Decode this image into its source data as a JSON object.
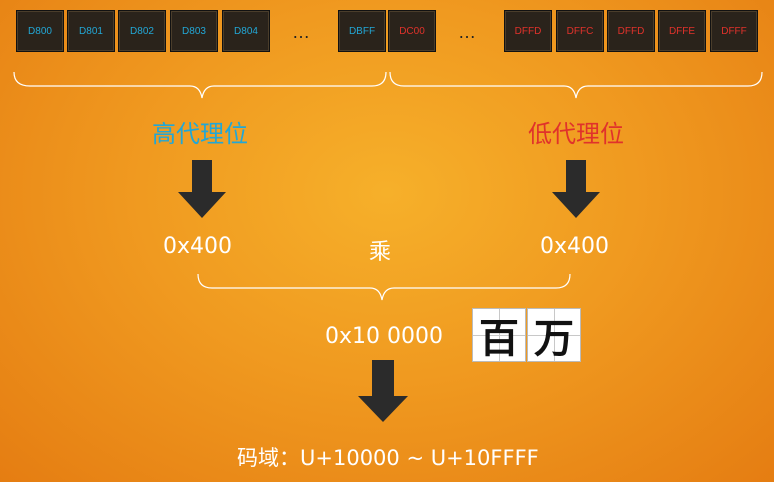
{
  "high_cells": [
    "D800",
    "D801",
    "D802",
    "D803",
    "D804"
  ],
  "high_last": "DBFF",
  "low_first": "DC00",
  "low_cells": [
    "DFFD",
    "DFFC",
    "DFFD",
    "DFFE",
    "DFFF"
  ],
  "ellipsis": "…",
  "high_label": "高代理位",
  "low_label": "低代理位",
  "multiplier_left": "0x400",
  "multiply_word": "乘",
  "multiplier_right": "0x400",
  "product": "0x10 0000",
  "stamp_chars": [
    "百",
    "万"
  ],
  "range_text": "码域：U+10000 ~ U+10FFFF",
  "colors": {
    "high": "#22a7d6",
    "low": "#e0322b",
    "arrow": "#2b2b2b"
  },
  "icons": [
    "down-arrow-icon",
    "brace-icon"
  ]
}
